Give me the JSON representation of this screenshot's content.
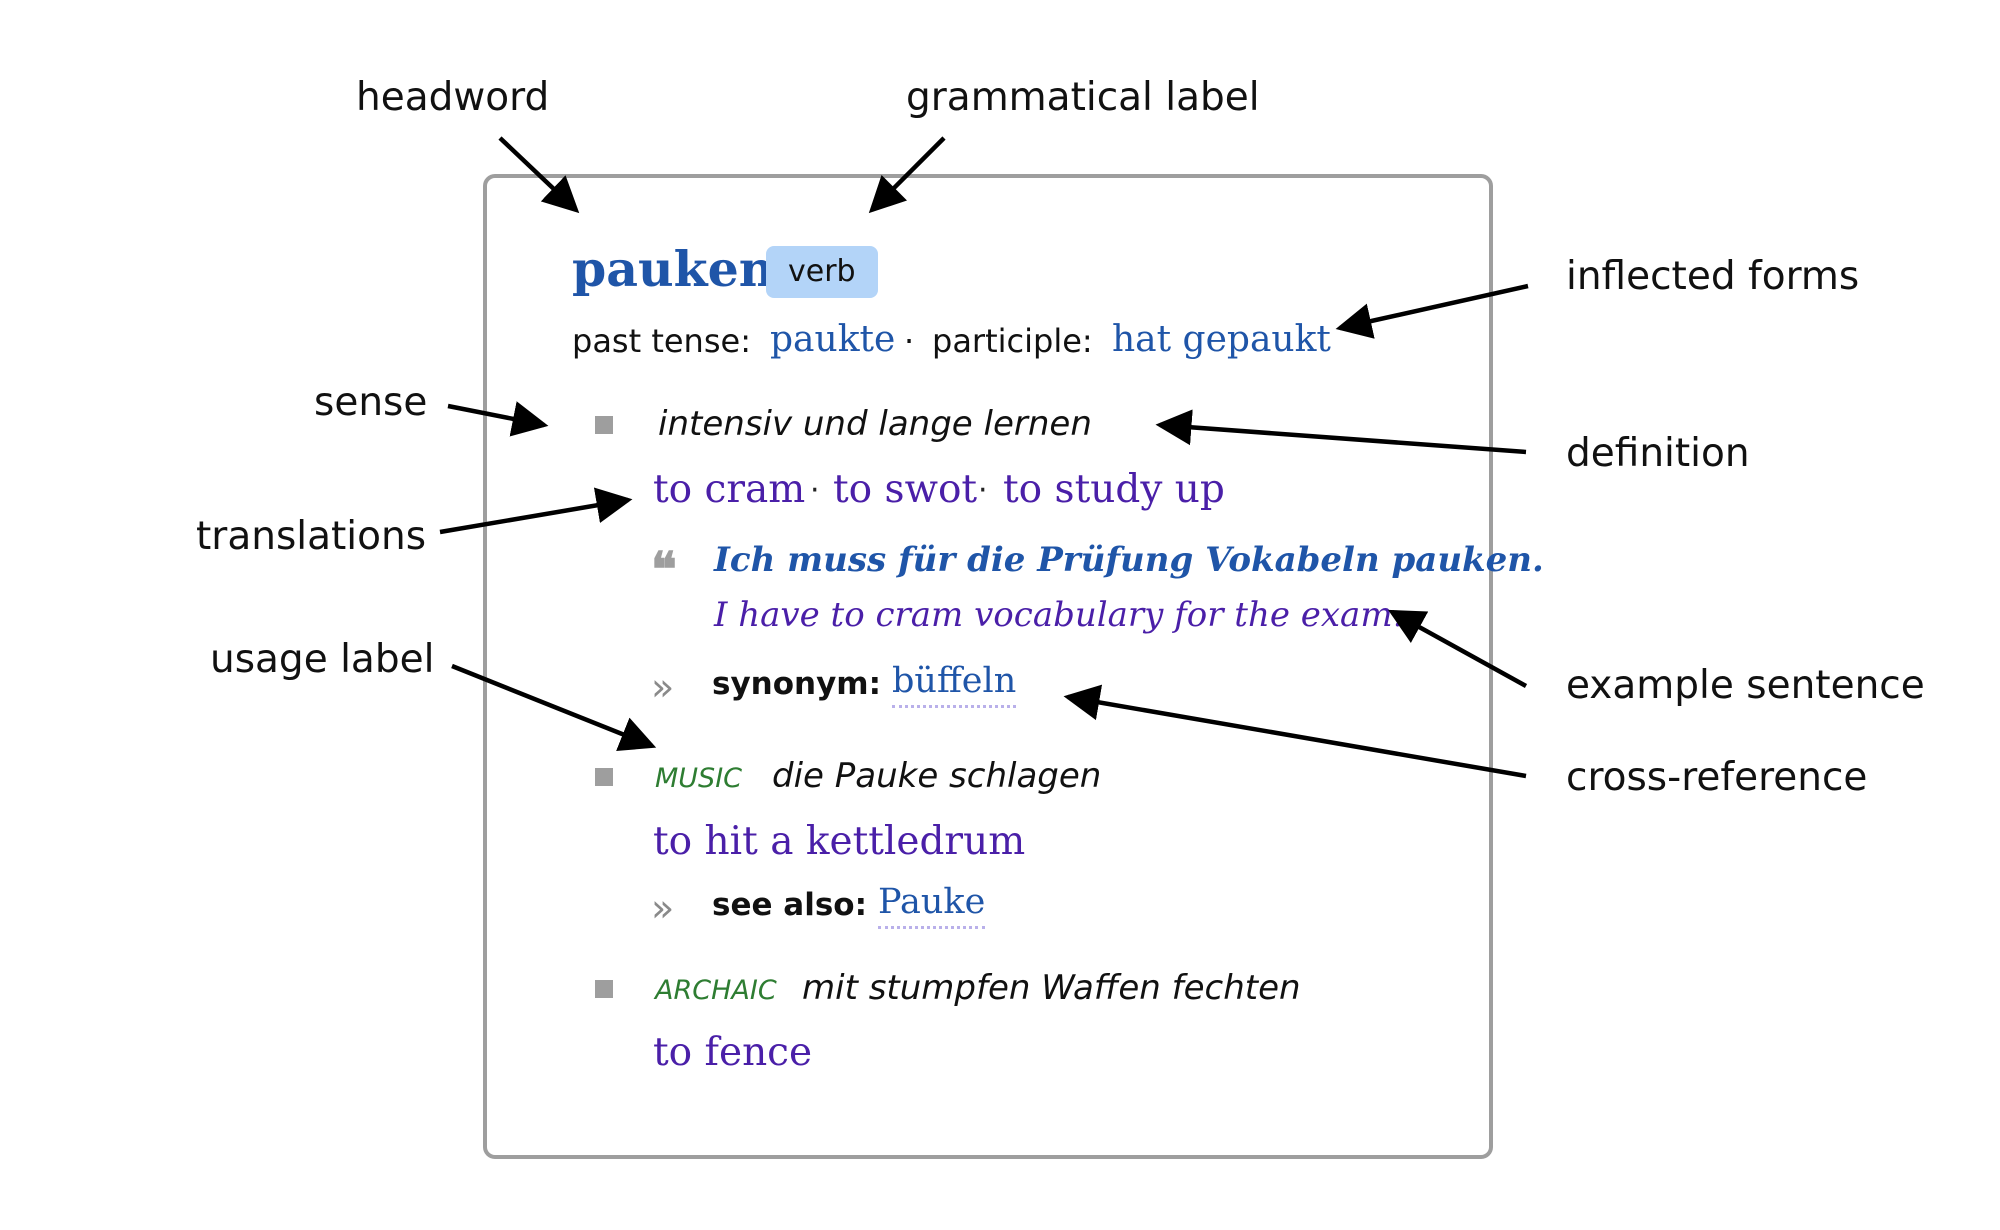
{
  "callouts": {
    "headword": "headword",
    "grammatical_label": "grammatical label",
    "inflected_forms": "inflected forms",
    "sense": "sense",
    "definition": "definition",
    "translations": "translations",
    "example_sentence": "example sentence",
    "usage_label": "usage label",
    "cross_reference": "cross-reference"
  },
  "entry": {
    "headword": "pauken",
    "pos": "verb",
    "inflections": [
      {
        "label": "past tense:",
        "form": "paukte"
      },
      {
        "label": "participle:",
        "form": "hat gepaukt"
      }
    ],
    "separator": "·",
    "senses": [
      {
        "definition": "intensiv und lange lernen",
        "translations": [
          "to cram",
          "to swot",
          "to study up"
        ],
        "example": {
          "quote_mark": "❝",
          "source": "Ich muss für die Prüfung Vokabeln pauken.",
          "target": "I have to cram vocabulary for the exam."
        },
        "xref": {
          "chevron": "»",
          "label": "synonym:",
          "target": "büffeln"
        }
      },
      {
        "usage": "MUSIC",
        "definition": "die Pauke schlagen",
        "translations": [
          "to hit a kettledrum"
        ],
        "xref": {
          "chevron": "»",
          "label": "see also:",
          "target": "Pauke"
        }
      },
      {
        "usage": "ARCHAIC",
        "definition": "mit stumpfen Waffen fechten",
        "translations": [
          "to fence"
        ]
      }
    ]
  },
  "colors": {
    "headword": "#1f55a8",
    "pos_badge": "#b3d4f8",
    "translation": "#4a1fa8",
    "usage_label": "#2e7d32",
    "box_border": "#9e9e9e"
  }
}
